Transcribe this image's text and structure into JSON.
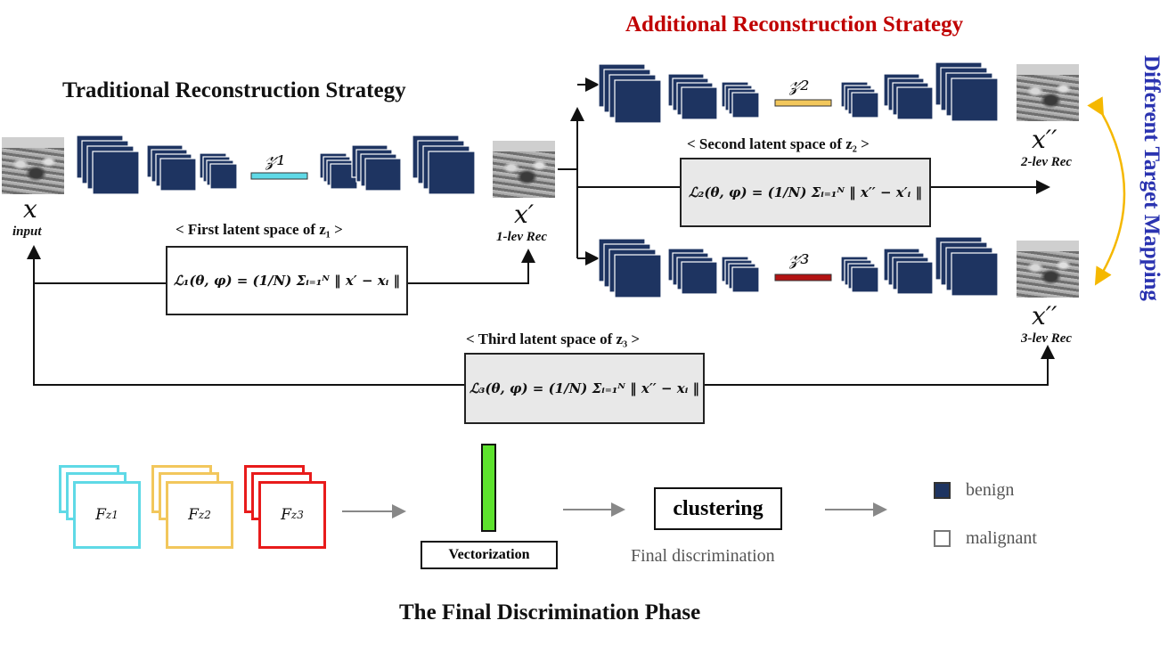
{
  "titles": {
    "traditional": "Traditional Reconstruction Strategy",
    "additional": "Additional Reconstruction Strategy",
    "target_mapping": "Different Target Mapping",
    "final_phase": "The Final Discrimination Phase"
  },
  "labels": {
    "x": "𝑥",
    "x_prime": "𝑥′",
    "x_dprime_top": "𝑥′′",
    "x_dprime_bottom": "𝑥′′",
    "input": "input",
    "lev1": "1-lev Rec",
    "lev2": "2-lev Rec",
    "lev3": "3-lev Rec",
    "z1": "𝓏₁",
    "z2": "𝓏₂",
    "z3": "𝓏₃"
  },
  "latent_spaces": {
    "first": "< First latent space of z₁ >",
    "second": "< Second latent space of z₂ >",
    "third": "< Third latent space of z₃ >"
  },
  "losses": {
    "l1": "ℒ₁(θ, φ) = (1/N) Σᵢ₌₁ᴺ ‖ x′ − xᵢ ‖",
    "l2": "ℒ₂(θ, φ) = (1/N) Σᵢ₌₁ᴺ ‖ x′′ − x′ᵢ ‖",
    "l3": "ℒ₃(θ, φ) = (1/N) Σᵢ₌₁ᴺ ‖ x′′ − xᵢ ‖"
  },
  "features": {
    "fz1": "F",
    "fz1_sub": "z1",
    "fz2": "F",
    "fz2_sub": "z2",
    "fz3": "F",
    "fz3_sub": "z3"
  },
  "final": {
    "vectorization": "Vectorization",
    "clustering": "clustering",
    "final_discrimination": "Final discrimination",
    "benign": "benign",
    "malignant": "malignant"
  },
  "colors": {
    "block": "#1e3461",
    "z1": "#5fd9e6",
    "z2": "#f2c75c",
    "z3": "#b31313",
    "additional_title": "#c00000",
    "mapping_title": "#2a33b0",
    "mapping_arrow": "#f5b800",
    "vector": "#5de22d"
  }
}
